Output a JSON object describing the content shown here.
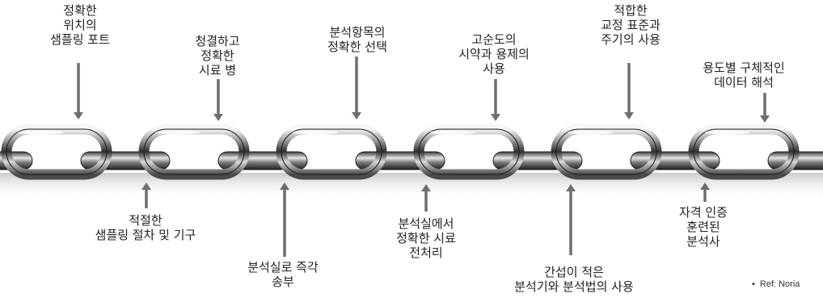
{
  "top_factors": [
    {
      "text": "정확한\n위치의\n샘플링 포트"
    },
    {
      "text": "청결하고\n정확한\n시료 병"
    },
    {
      "text": "분석항목의\n정확한 선택"
    },
    {
      "text": "고순도의\n시약과 용제의\n사용"
    },
    {
      "text": "적합한\n교정 표준과\n주기의 사용"
    },
    {
      "text": "용도별 구체적인\n데이터 해석"
    }
  ],
  "bottom_factors": [
    {
      "text": "적절한\n샘플링 절차 및 기구"
    },
    {
      "text": "분석실로 즉각\n송부"
    },
    {
      "text": "분석실에서\n정확한 시료\n전처리"
    },
    {
      "text": "간섭이 적은\n분석기와 분석법의 사용"
    },
    {
      "text": "자격 인증\n훈련된\n분석사"
    }
  ],
  "reference": "Ref: Noria",
  "colors": {
    "arrow": "#6e6e6e",
    "chain_dark": "#2b2b2b",
    "chain_light": "#f2f2f2",
    "chain_mid": "#8a8a8a"
  }
}
